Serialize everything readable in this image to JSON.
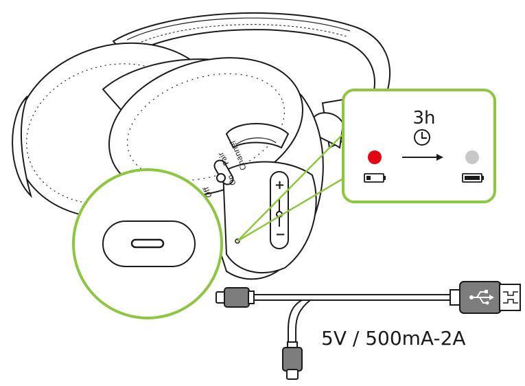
{
  "charge_time": "3h",
  "spec": "5V / 500mA-2A",
  "switch_labels": {
    "off": "Off",
    "on": "On",
    "pair": "Pair",
    "channel": "Channel"
  },
  "volume": {
    "plus": "+",
    "minus": "−"
  },
  "colors": {
    "accent": "#8dc63f",
    "led_charging": "#e30613",
    "led_full": "#c8c8c8",
    "connector": "#7d7d7d",
    "line": "#1a1a1a"
  },
  "icons": {
    "clock": "clock-icon",
    "usb": "usb-icon",
    "battery_low": "battery-low-icon",
    "battery_full": "battery-full-icon",
    "arrow": "arrow-right-icon"
  }
}
